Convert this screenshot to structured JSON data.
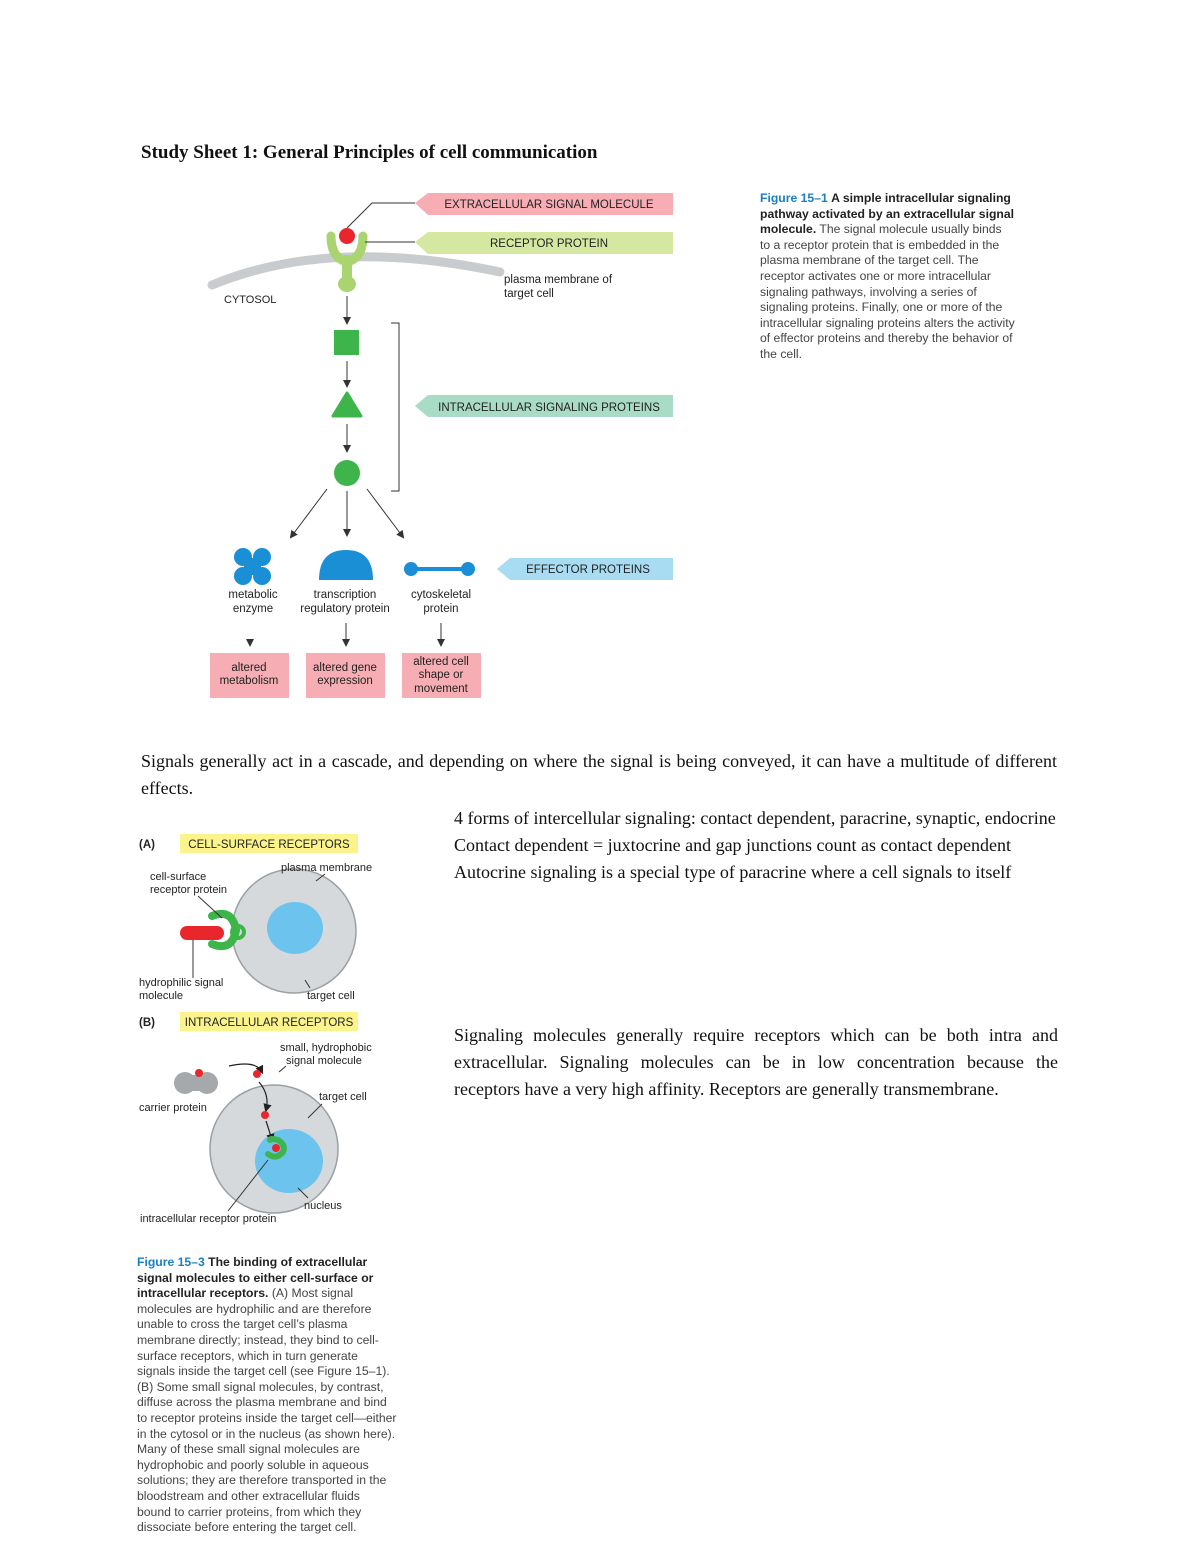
{
  "title": "Study Sheet 1: General Principles of cell communication",
  "figure1": {
    "labels": {
      "extracellular_signal": "EXTRACELLULAR SIGNAL MOLECULE",
      "receptor": "RECEPTOR PROTEIN",
      "plasma_membrane_line1": "plasma membrane of",
      "plasma_membrane_line2": "target cell",
      "cytosol": "CYTOSOL",
      "intracellular_signaling": "INTRACELLULAR SIGNALING PROTEINS",
      "effector": "EFFECTOR PROTEINS",
      "metabolic_line1": "metabolic",
      "metabolic_line2": "enzyme",
      "transcription_line1": "transcription",
      "transcription_line2": "regulatory protein",
      "cytoskeletal_line1": "cytoskeletal",
      "cytoskeletal_line2": "protein",
      "altered_metabolism_line1": "altered",
      "altered_metabolism_line2": "metabolism",
      "altered_gene_line1": "altered gene",
      "altered_gene_line2": "expression",
      "altered_shape_line1": "altered cell",
      "altered_shape_line2": "shape or",
      "altered_shape_line3": "movement"
    },
    "caption": {
      "fig": "Figure 15–1",
      "bold": "A simple intracellular signaling pathway activated by an extracellular signal molecule.",
      "body": "The signal molecule usually binds to a receptor protein that is embedded in the plasma membrane of the target cell. The receptor activates one or more intracellular signaling pathways, involving a series of signaling proteins. Finally, one or more of the intracellular signaling proteins alters the activity of effector proteins and thereby the behavior of the cell."
    },
    "colors": {
      "green": "#3db54a",
      "light_green": "#a9d46f",
      "red": "#e8262c",
      "blue": "#1a8fd6",
      "pink_label": "#f6aeb4",
      "green_label": "#d5e8a2",
      "teal_label": "#a8dcc6",
      "blue_label": "#a8dcf2"
    }
  },
  "paragraph_cascade": "Signals generally act in a cascade, and depending on where the signal is being conveyed, it can have a multitude of different effects.",
  "paragraph_forms": [
    "4 forms of intercellular signaling: contact dependent, paracrine, synaptic, endocrine",
    "Contact dependent = juxtocrine and gap junctions count as contact dependent",
    "Autocrine signaling is a special type of paracrine where a cell signals to itself"
  ],
  "paragraph_receptors": "Signaling molecules generally require receptors which can be both intra and extracellular. Signaling molecules can be in low concentration because the receptors have a very high affinity. Receptors are generally transmembrane.",
  "figure3": {
    "panel_a": {
      "letter": "(A)",
      "header": "CELL-SURFACE RECEPTORS",
      "plasma_membrane": "plasma membrane",
      "receptor_line1": "cell-surface",
      "receptor_line2": "receptor protein",
      "signal_line1": "hydrophilic signal",
      "signal_line2": "molecule",
      "target_cell": "target cell"
    },
    "panel_b": {
      "letter": "(B)",
      "header": "INTRACELLULAR RECEPTORS",
      "small_line1": "small, hydrophobic",
      "small_line2": "signal molecule",
      "carrier": "carrier protein",
      "target_cell": "target cell",
      "nucleus": "nucleus",
      "intracellular_receptor": "intracellular receptor protein"
    },
    "caption": {
      "fig": "Figure 15–3",
      "bold": "The binding of extracellular signal molecules to either cell-surface or intracellular receptors.",
      "body": "(A) Most signal molecules are hydrophilic and are therefore unable to cross the target cell’s plasma membrane directly; instead, they bind to cell-surface receptors, which in turn generate signals inside the target cell (see Figure 15–1). (B) Some small signal molecules, by contrast, diffuse across the plasma membrane and bind to receptor proteins inside the target cell—either in the cytosol or in the nucleus (as shown here). Many of these small signal molecules are hydrophobic and poorly soluble in aqueous solutions; they are therefore transported in the bloodstream and other extracellular fluids bound to carrier proteins, from which they dissociate before entering the target cell."
    },
    "colors": {
      "cell_gray": "#d6d9db",
      "nucleus_blue": "#6cc3ee",
      "header_yellow": "#fbf48c"
    }
  }
}
